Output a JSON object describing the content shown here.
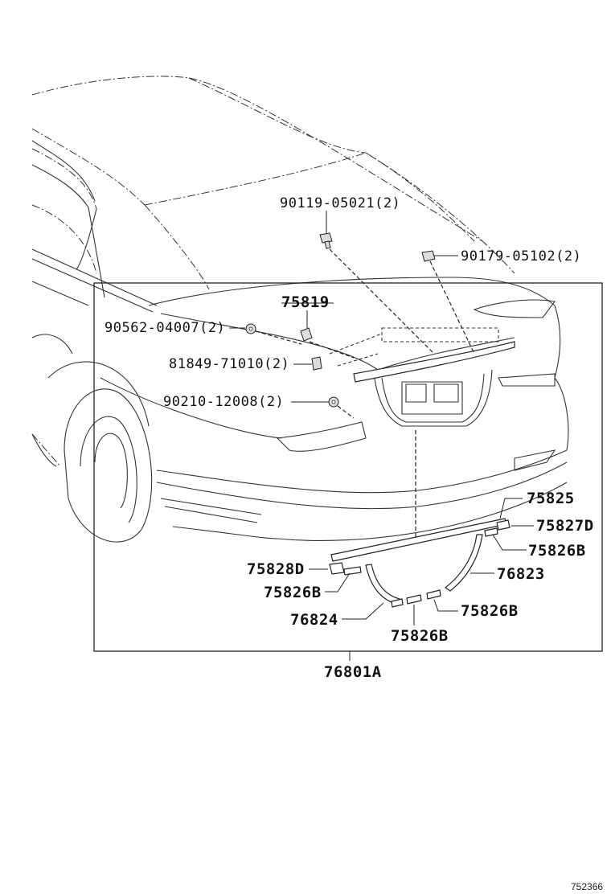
{
  "labels": {
    "bolt_top": "90119-05021(2)",
    "nut_top": "90179-05102(2)",
    "garnish_clip": "75819",
    "nut_left": "90562-04007(2)",
    "clip_81849": "81849-71010(2)",
    "grommet": "90210-12008(2)",
    "upper_moulding": "75825",
    "end_piece_right": "75827D",
    "tape_right": "75826B",
    "end_piece_left": "75828D",
    "tape_left": "75826B",
    "moulding_right": "76823",
    "moulding_left": "76824",
    "tape_lower_right": "75826B",
    "tape_bottom": "75826B",
    "assembly": "76801A",
    "diagram_id": "752366"
  }
}
